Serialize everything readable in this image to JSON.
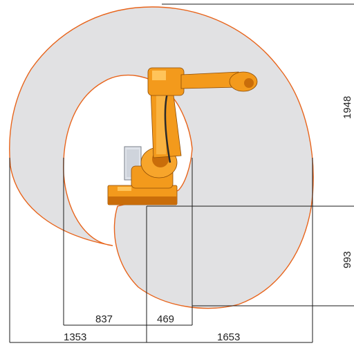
{
  "diagram": {
    "dimensions": {
      "reach_rear": "1353",
      "reach_inner_rear": "837",
      "base_to_axis": "469",
      "reach_front": "1653",
      "height_upper": "1948",
      "height_lower": "993"
    },
    "colors": {
      "envelope_fill": "#e1e1e3",
      "envelope_outline": "#e8641b",
      "robot_body": "#f39a1c",
      "robot_shadow": "#c96d0a",
      "robot_highlight": "#ffc45a",
      "cable": "#2a2a2a",
      "dimension_line": "#1a1a1a"
    }
  }
}
